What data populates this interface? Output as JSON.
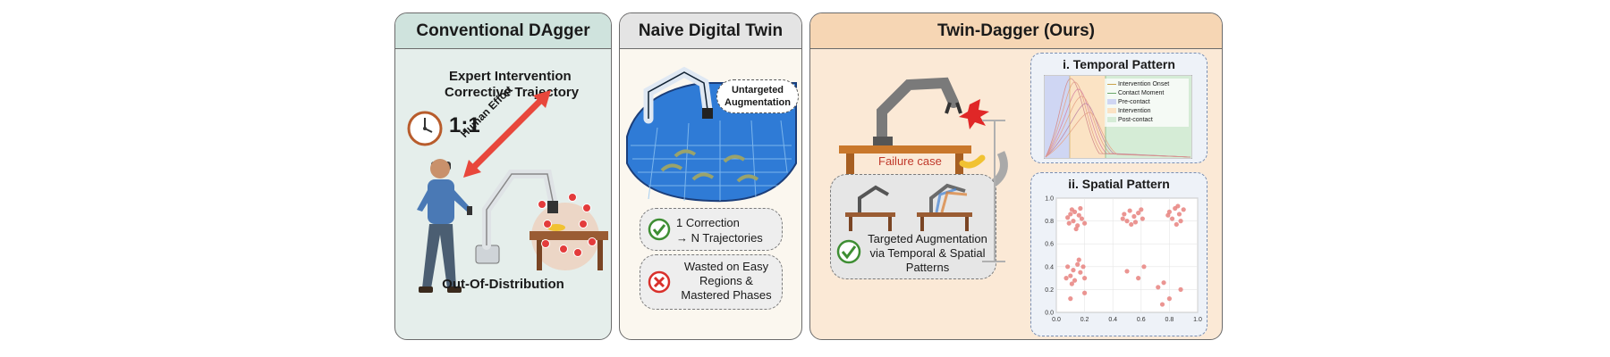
{
  "panels": {
    "conventional": {
      "title": "Conventional DAgger",
      "expert_line1": "Expert Intervention",
      "expert_line2": "Corrective Trajectory",
      "ratio": "1:1",
      "arrow_label": "Human Effort",
      "footer": "Out-Of-Distribution",
      "colors": {
        "header": "#cfe3dd",
        "body": "#e5eeeb",
        "arrow": "#e8473c"
      }
    },
    "naive": {
      "title": "Naive Digital Twin",
      "bubble_line1": "Untargeted",
      "bubble_line2": "Augmentation",
      "good_line1": "1 Correction",
      "good_line2": "→ N Trajectories",
      "bad_line1": "Wasted on Easy",
      "bad_line2": "Regions &",
      "bad_line3": "Mastered Phases",
      "colors": {
        "header": "#e4e4e4",
        "body": "#fbf7ef",
        "check": "#3e8e33",
        "cross": "#d9302b"
      }
    },
    "twin": {
      "title": "Twin-Dagger (Ours)",
      "failure_label": "Failure case",
      "targeted_line1": "Targeted Augmentation",
      "targeted_line2": "via Temporal & Spatial",
      "targeted_line3": "Patterns",
      "temporal_title": "i. Temporal Pattern",
      "spatial_title": "ii. Spatial Pattern",
      "legend": [
        "Intervention Onset",
        "Contact Moment",
        "Pre-contact",
        "Intervention",
        "Post-contact"
      ],
      "colors": {
        "header": "#f6d6b4",
        "body": "#fbe9d6",
        "pre": "#cfd6f3",
        "intervention": "#fbe3c4",
        "post": "#d5ecd6"
      }
    }
  },
  "chart_data": {
    "type": "scatter",
    "title": "ii. Spatial Pattern",
    "xlim": [
      0.0,
      1.0
    ],
    "ylim": [
      0.0,
      1.0
    ],
    "xticks": [
      "0.0",
      "0.2",
      "0.4",
      "0.6",
      "0.8",
      "1.0"
    ],
    "yticks": [
      "0.0",
      "0.2",
      "0.4",
      "0.6",
      "0.8",
      "1.0"
    ],
    "grid": true,
    "color": "#e8837f",
    "points": [
      [
        0.1,
        0.86
      ],
      [
        0.13,
        0.88
      ],
      [
        0.16,
        0.85
      ],
      [
        0.12,
        0.8
      ],
      [
        0.18,
        0.82
      ],
      [
        0.09,
        0.78
      ],
      [
        0.15,
        0.76
      ],
      [
        0.2,
        0.78
      ],
      [
        0.11,
        0.9
      ],
      [
        0.17,
        0.91
      ],
      [
        0.14,
        0.73
      ],
      [
        0.08,
        0.83
      ],
      [
        0.48,
        0.86
      ],
      [
        0.52,
        0.89
      ],
      [
        0.55,
        0.84
      ],
      [
        0.58,
        0.87
      ],
      [
        0.5,
        0.8
      ],
      [
        0.56,
        0.79
      ],
      [
        0.61,
        0.82
      ],
      [
        0.53,
        0.77
      ],
      [
        0.6,
        0.9
      ],
      [
        0.47,
        0.82
      ],
      [
        0.8,
        0.88
      ],
      [
        0.84,
        0.91
      ],
      [
        0.87,
        0.86
      ],
      [
        0.82,
        0.82
      ],
      [
        0.88,
        0.8
      ],
      [
        0.85,
        0.77
      ],
      [
        0.9,
        0.9
      ],
      [
        0.79,
        0.85
      ],
      [
        0.86,
        0.93
      ],
      [
        0.08,
        0.4
      ],
      [
        0.12,
        0.37
      ],
      [
        0.15,
        0.42
      ],
      [
        0.1,
        0.32
      ],
      [
        0.17,
        0.35
      ],
      [
        0.13,
        0.28
      ],
      [
        0.19,
        0.4
      ],
      [
        0.07,
        0.3
      ],
      [
        0.16,
        0.46
      ],
      [
        0.11,
        0.25
      ],
      [
        0.2,
        0.3
      ],
      [
        0.5,
        0.36
      ],
      [
        0.58,
        0.3
      ],
      [
        0.62,
        0.4
      ],
      [
        0.72,
        0.22
      ],
      [
        0.76,
        0.26
      ],
      [
        0.88,
        0.2
      ],
      [
        0.8,
        0.12
      ],
      [
        0.75,
        0.07
      ],
      [
        0.1,
        0.12
      ],
      [
        0.2,
        0.17
      ]
    ]
  }
}
